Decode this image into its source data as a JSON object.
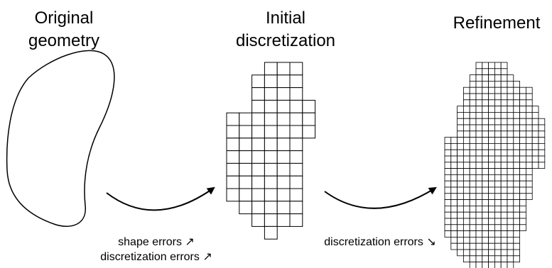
{
  "titles": {
    "original_line1": "Original",
    "original_line2": "geometry",
    "initial_line1": "Initial",
    "initial_line2": "discretization",
    "refinement": "Refinement"
  },
  "captions": {
    "step1_line1": "shape errors ↗",
    "step1_line2": "discretization errors ↗",
    "step2": "discretization errors ↘"
  },
  "grids": {
    "initial": {
      "rows": [
        [
          3,
          6
        ],
        [
          2,
          6
        ],
        [
          2,
          6
        ],
        [
          2,
          7
        ],
        [
          0,
          7
        ],
        [
          0,
          7
        ],
        [
          0,
          6
        ],
        [
          0,
          6
        ],
        [
          0,
          6
        ],
        [
          0,
          6
        ],
        [
          0,
          6
        ],
        [
          1,
          6
        ],
        [
          2,
          6
        ],
        [
          3,
          4
        ]
      ]
    },
    "refinement": {
      "rows": [
        [
          5,
          10
        ],
        [
          5,
          10
        ],
        [
          4,
          11
        ],
        [
          4,
          12
        ],
        [
          3,
          14
        ],
        [
          3,
          14
        ],
        [
          3,
          14
        ],
        [
          2,
          15
        ],
        [
          2,
          15
        ],
        [
          2,
          16
        ],
        [
          2,
          16
        ],
        [
          2,
          16
        ],
        [
          0,
          16
        ],
        [
          0,
          16
        ],
        [
          0,
          16
        ],
        [
          0,
          16
        ],
        [
          0,
          16
        ],
        [
          0,
          14
        ],
        [
          0,
          14
        ],
        [
          0,
          14
        ],
        [
          0,
          14
        ],
        [
          0,
          14
        ],
        [
          0,
          13
        ],
        [
          0,
          13
        ],
        [
          0,
          13
        ],
        [
          0,
          13
        ],
        [
          0,
          13
        ],
        [
          0,
          12
        ],
        [
          1,
          12
        ],
        [
          1,
          12
        ],
        [
          2,
          12
        ],
        [
          3,
          12
        ],
        [
          4,
          11
        ],
        [
          5,
          11
        ],
        [
          6,
          9
        ]
      ]
    }
  },
  "colors": {
    "stroke": "#000000",
    "background": "#ffffff"
  }
}
